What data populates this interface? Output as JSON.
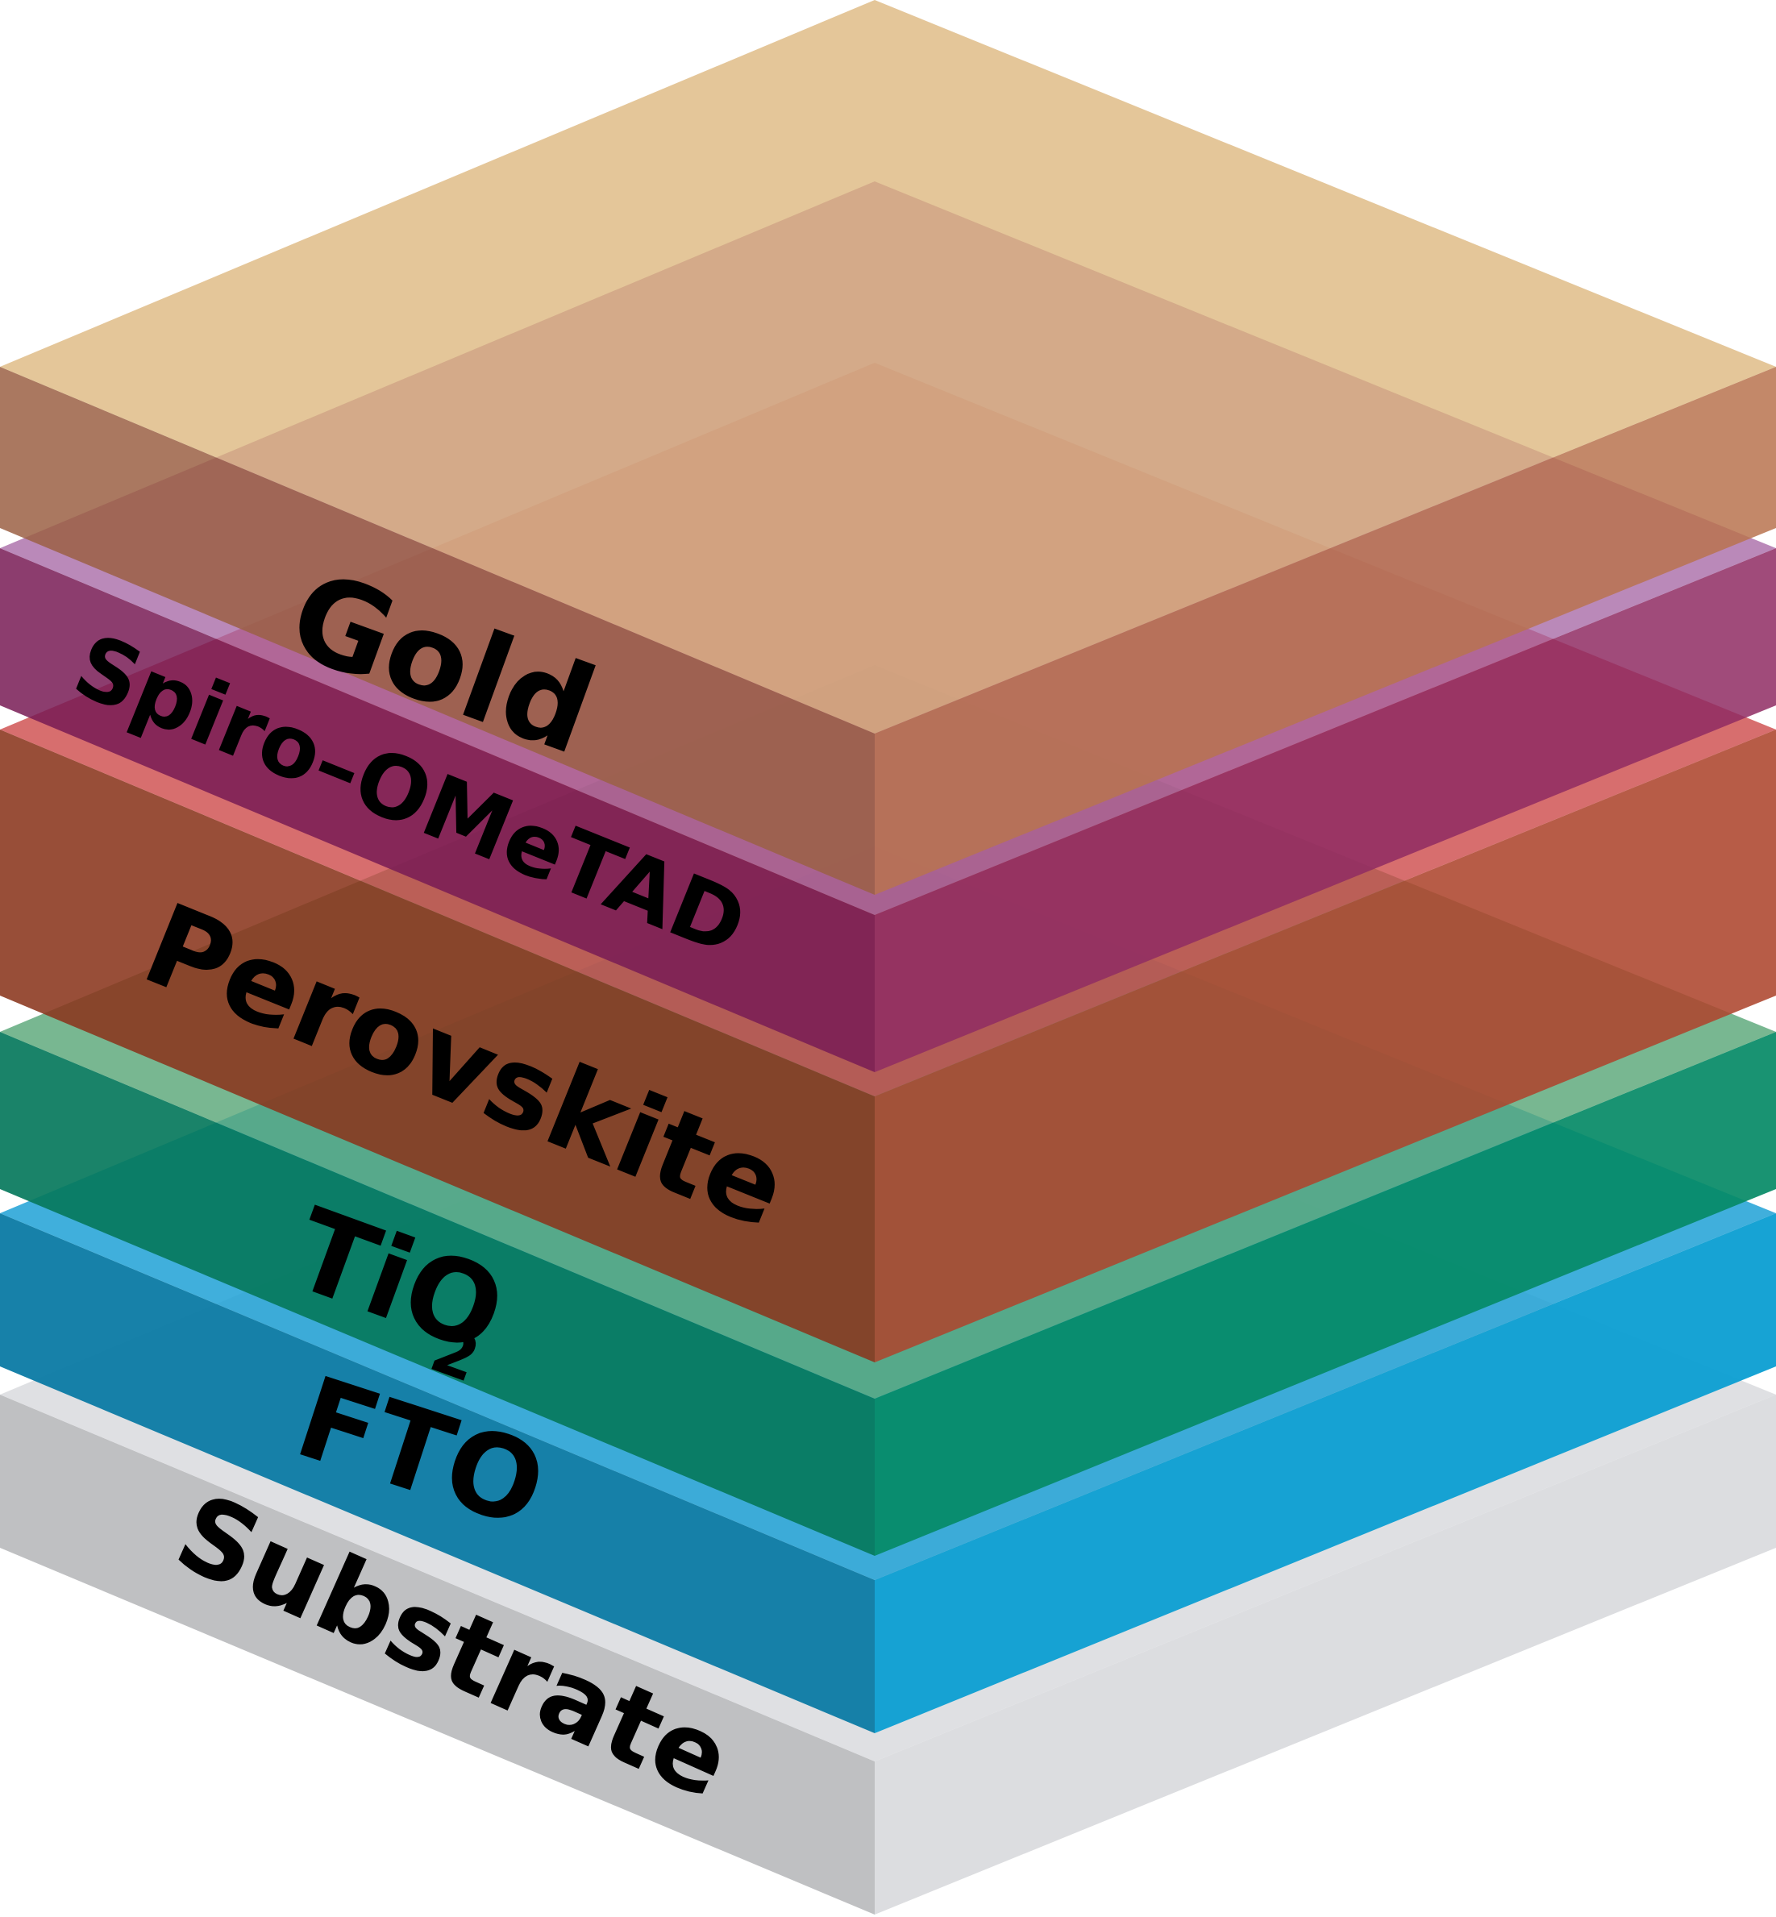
{
  "diagram": {
    "layers": [
      {
        "id": "substrate",
        "label": "Substrate",
        "top": "#dcdde0",
        "left": "#bfc0c2",
        "right": "#dcdde0"
      },
      {
        "id": "fto",
        "label": "FTO",
        "top": "#1fa2d6",
        "left": "#0b7aa4",
        "right": "#0b9ed2"
      },
      {
        "id": "tio2",
        "label": "TiO",
        "subscript": "2",
        "top": "#5ca87a",
        "left": "#06785c",
        "right": "#058a66"
      },
      {
        "id": "perovskite",
        "label": "Perovskite",
        "top": "#cc4848",
        "left": "#8a361d",
        "right": "#ad462d"
      },
      {
        "id": "spiro",
        "label": "Spiro–OMeTAD",
        "top": "#a565a3",
        "left": "#781b55",
        "right": "#8f2b63"
      },
      {
        "id": "gold",
        "label": "Gold",
        "top": "#dcb479",
        "left": "#9b6044",
        "right": "#b8734f"
      }
    ]
  }
}
